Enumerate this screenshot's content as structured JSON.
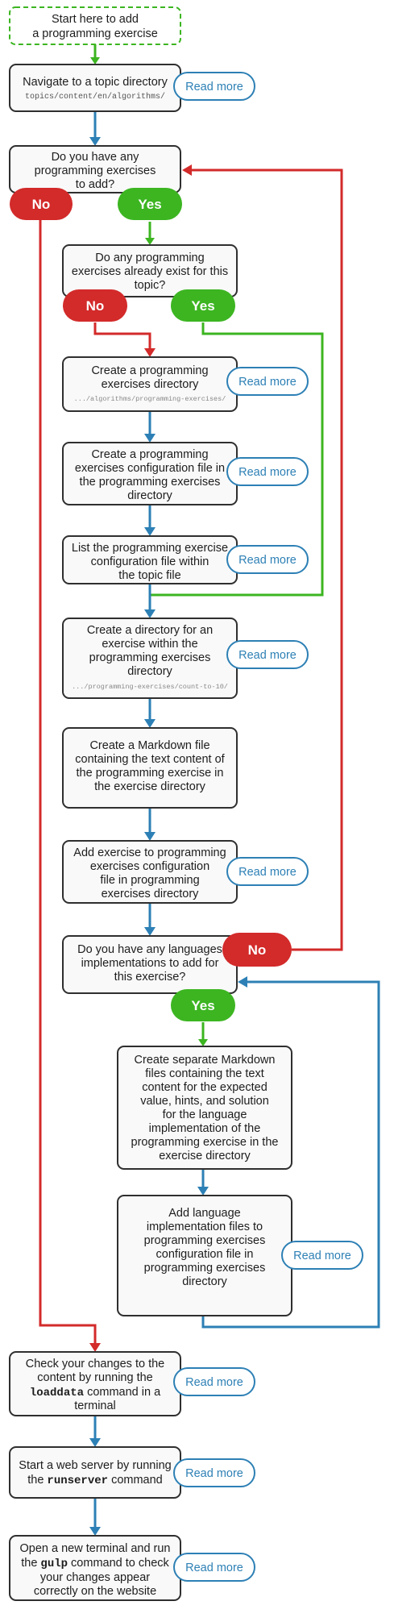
{
  "start": {
    "lines": [
      "Start here to add",
      "a programming exercise"
    ]
  },
  "read_more_label": "Read more",
  "yes_label": "Yes",
  "no_label": "No",
  "steps": {
    "navigate": {
      "lines": [
        "Navigate to a topic directory"
      ],
      "path": "topics/content/en/algorithms/"
    },
    "q_any_exercises": {
      "lines": [
        "Do you have any",
        "programming exercises",
        "to add?"
      ]
    },
    "q_exist": {
      "lines": [
        "Do any programming",
        "exercises already exist for this",
        "topic?"
      ]
    },
    "create_dir": {
      "lines": [
        "Create a programming",
        "exercises directory"
      ],
      "path": ".../algorithms/programming-exercises/"
    },
    "create_config": {
      "lines": [
        "Create a programming",
        "exercises configuration file in",
        "the programming exercises",
        "directory"
      ]
    },
    "list_config": {
      "lines": [
        "List the programming exercise",
        "configuration file within",
        "the topic file"
      ]
    },
    "create_exercise_dir": {
      "lines": [
        "Create a directory for an",
        "exercise within the",
        "programming exercises",
        "directory"
      ],
      "path": ".../programming-exercises/count-to-10/"
    },
    "create_markdown": {
      "lines": [
        "Create a Markdown file",
        "containing the text content of",
        "the programming exercise in",
        "the exercise directory"
      ]
    },
    "add_to_config": {
      "lines": [
        "Add exercise to programming",
        "exercises configuration",
        "file in programming",
        "exercises directory"
      ]
    },
    "q_languages": {
      "lines": [
        "Do you have any languages",
        "implementations to add for",
        "this exercise?"
      ]
    },
    "separate_markdown": {
      "lines": [
        "Create separate Markdown",
        "files containing the text",
        "content for the expected",
        "value, hints, and solution",
        "for the language",
        "implementation of the",
        "programming exercise in the",
        "exercise directory"
      ]
    },
    "add_language": {
      "lines": [
        "Add language",
        "implementation files to",
        "programming exercises",
        "configuration file in",
        "programming exercises",
        "directory"
      ]
    },
    "check_changes": {
      "line1": "Check your changes to the",
      "line2": "content by running the",
      "cmd": "loaddata",
      "line3_suffix": " command in a",
      "line4": "terminal"
    },
    "web_server": {
      "line1": "Start a web server by running",
      "line2_prefix": "the ",
      "cmd": "runserver",
      "line2_suffix": " command"
    },
    "gulp": {
      "line1": "Open a new terminal and run",
      "line2_prefix": "the ",
      "cmd": "gulp",
      "line2_suffix": " command to check",
      "line3": "your changes appear",
      "line4": "correctly on the website"
    }
  }
}
